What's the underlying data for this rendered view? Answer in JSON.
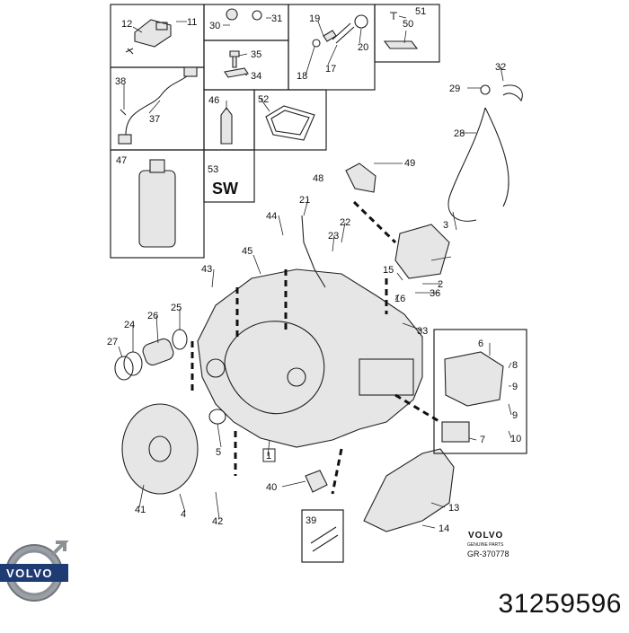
{
  "part_number": "31259596",
  "brand": {
    "corner_logo_text": "VOLVO",
    "drawing_logo_text": "VOLVO",
    "drawing_logo_subtext": "GENUINE PARTS",
    "drawing_ref": "GR-370778"
  },
  "sealant_label": "SW",
  "callouts": {
    "c1": "1",
    "c2": "2",
    "c3": "3",
    "c4": "4",
    "c5": "5",
    "c6": "6",
    "c7": "7",
    "c8": "8",
    "c9": "9",
    "c10": "10",
    "c11": "11",
    "c12": "12",
    "c13": "13",
    "c14": "14",
    "c15": "15",
    "c16": "16",
    "c17": "17",
    "c18": "18",
    "c19": "19",
    "c20": "20",
    "c21": "21",
    "c22": "22",
    "c23": "23",
    "c24": "24",
    "c25": "25",
    "c26": "26",
    "c27": "27",
    "c28": "28",
    "c29": "29",
    "c30": "30",
    "c31": "31",
    "c32": "32",
    "c33": "33",
    "c34": "34",
    "c35": "35",
    "c36": "36",
    "c37": "37",
    "c38": "38",
    "c39": "39",
    "c40": "40",
    "c41": "41",
    "c42": "42",
    "c43": "43",
    "c44": "44",
    "c45": "45",
    "c46": "46",
    "c47": "47",
    "c48": "48",
    "c49": "49",
    "c50": "50",
    "c51": "51",
    "c52": "52",
    "c53": "53"
  }
}
